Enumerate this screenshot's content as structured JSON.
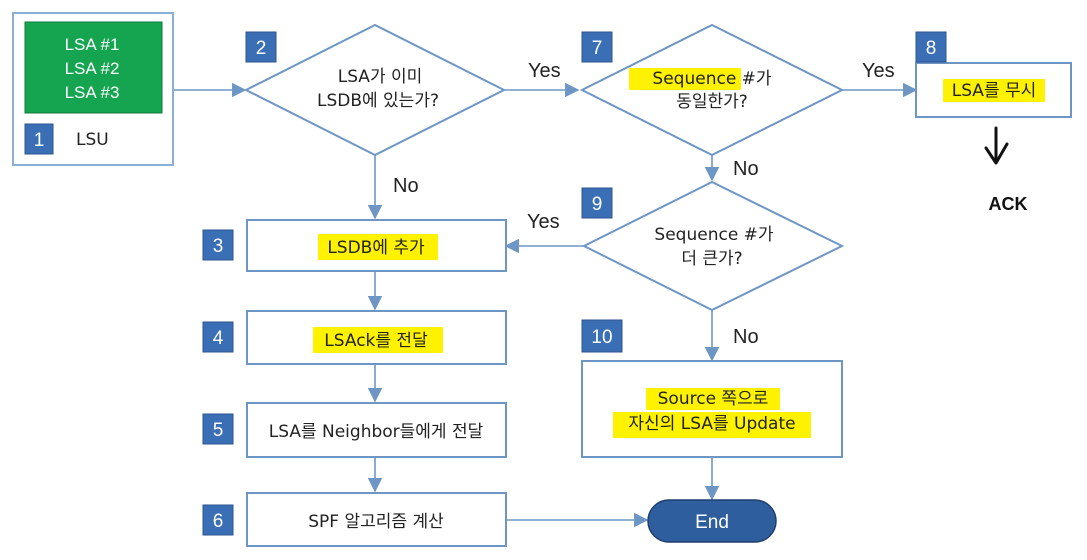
{
  "lsu": {
    "items": [
      "LSA #1",
      "LSA #2",
      "LSA #3"
    ],
    "label": "LSU",
    "num": "1"
  },
  "steps": {
    "s2": {
      "num": "2",
      "line1": "LSA가 이미",
      "line2": "LSDB에 있는가?"
    },
    "s3": {
      "num": "3",
      "text": "LSDB에 추가"
    },
    "s4": {
      "num": "4",
      "text": "LSAck를 전달"
    },
    "s5": {
      "num": "5",
      "text": "LSA를 Neighbor들에게 전달"
    },
    "s6": {
      "num": "6",
      "text": "SPF 알고리즘 계산"
    },
    "s7": {
      "num": "7",
      "line1": "Sequence #가",
      "line2": "동일한가?"
    },
    "s8": {
      "num": "8",
      "text": "LSA를 무시"
    },
    "s9": {
      "num": "9",
      "line1": "Sequence #가",
      "line2": "더 큰가?"
    },
    "s10": {
      "num": "10",
      "line1": "Source 쪽으로",
      "line2": "자신의 LSA를 Update"
    }
  },
  "end": "End",
  "ack": "ACK",
  "edge_labels": {
    "yes_2_7": "Yes",
    "no_2_3": "No",
    "yes_7_8": "Yes",
    "no_7_9": "No",
    "yes_9_3": "Yes",
    "no_9_10": "No"
  },
  "colors": {
    "line": "#6e96c4",
    "badge": "#3b6fb5",
    "badge_border": "#2c5590",
    "lsa_green": "#15a551",
    "highlight": "#fff200",
    "end_fill": "#2f5e9e"
  }
}
